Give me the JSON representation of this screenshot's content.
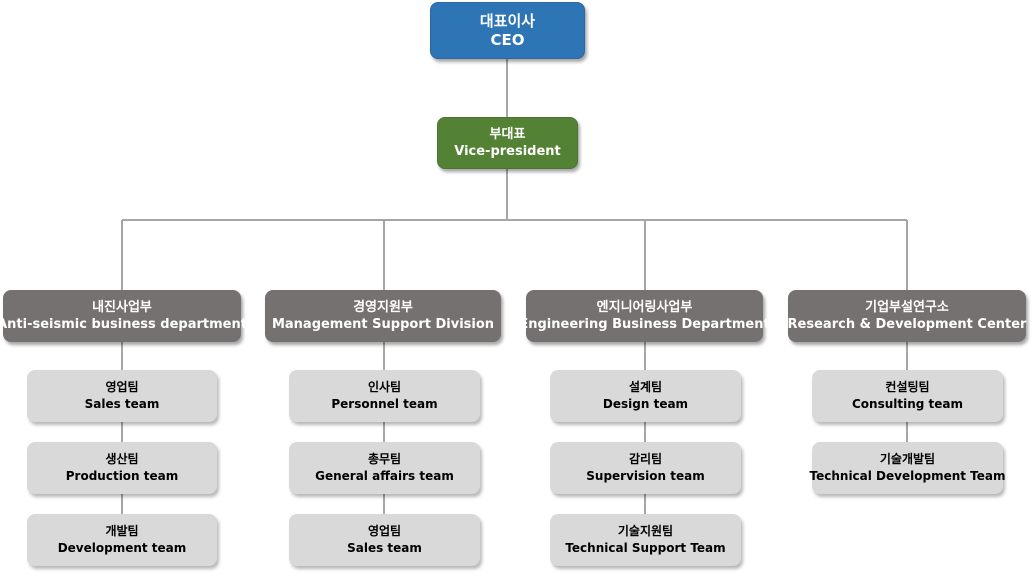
{
  "ceo": {
    "ko": "대표이사",
    "en": "CEO"
  },
  "vice_president": {
    "ko": "부대표",
    "en": "Vice-president"
  },
  "departments": [
    {
      "ko": "내진사업부",
      "en": "Anti-seismic business department",
      "teams": [
        {
          "ko": "영업팀",
          "en": "Sales team"
        },
        {
          "ko": "생산팀",
          "en": "Production team"
        },
        {
          "ko": "개발팀",
          "en": "Development team"
        }
      ]
    },
    {
      "ko": "경영지원부",
      "en": "Management Support Division",
      "teams": [
        {
          "ko": "인사팀",
          "en": "Personnel team"
        },
        {
          "ko": "총무팀",
          "en": "General affairs team"
        },
        {
          "ko": "영업팀",
          "en": "Sales team"
        }
      ]
    },
    {
      "ko": "엔지니어링사업부",
      "en": "Engineering Business Department",
      "teams": [
        {
          "ko": "설계팀",
          "en": "Design team"
        },
        {
          "ko": "감리팀",
          "en": "Supervision team"
        },
        {
          "ko": "기술지원팀",
          "en": "Technical Support Team"
        }
      ]
    },
    {
      "ko": "기업부설연구소",
      "en": "Research & Development Center",
      "teams": [
        {
          "ko": "컨설팅팀",
          "en": "Consulting team"
        },
        {
          "ko": "기술개발팀",
          "en": "Technical Development Team"
        }
      ]
    }
  ],
  "colors": {
    "ceo": "#2e75b6",
    "vice_president": "#548235",
    "department": "#767171",
    "team": "#d9d9d9",
    "connector": "#a6a6a6"
  }
}
